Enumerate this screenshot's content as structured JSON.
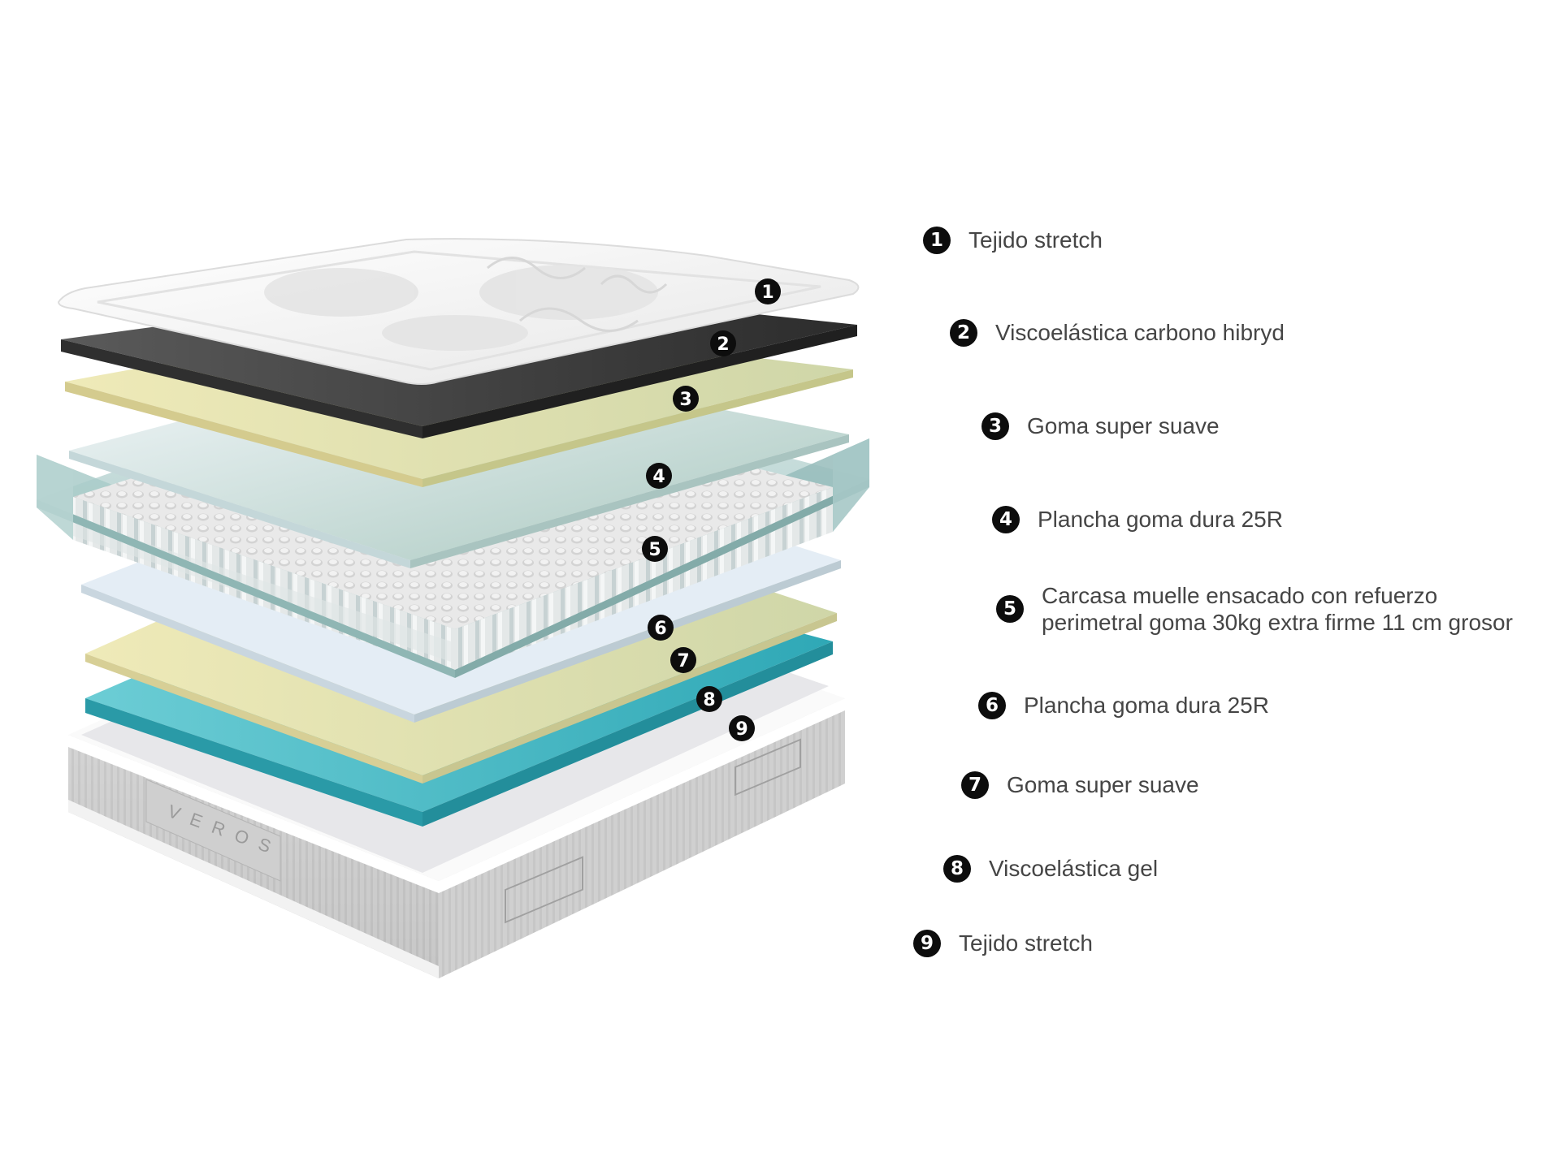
{
  "layers": [
    {
      "number": "1",
      "label": "Tejido stretch"
    },
    {
      "number": "2",
      "label": "Viscoelástica carbono hibryd"
    },
    {
      "number": "3",
      "label": "Goma super suave"
    },
    {
      "number": "4",
      "label": "Plancha goma dura 25R"
    },
    {
      "number": "5",
      "label_line1": "Carcasa muelle ensacado con refuerzo",
      "label_line2": "perimetral goma 30kg extra firme 11 cm grosor"
    },
    {
      "number": "6",
      "label": "Plancha goma dura 25R"
    },
    {
      "number": "7",
      "label": "Goma super suave"
    },
    {
      "number": "8",
      "label": "Viscoelástica gel"
    },
    {
      "number": "9",
      "label": "Tejido stretch"
    }
  ],
  "brand_mark": "VEROS",
  "colors": {
    "badge": "#0d0d0d",
    "text": "#454545",
    "stretch_top": "#f4f4f4",
    "carbon": "#3f3f3f",
    "soft_foam": "#e6e2a6",
    "hard_foam": "#dfe9ef",
    "springs_frame": "#b4d0cf",
    "gel": "#43b8c4",
    "base": "#e9e9e9"
  }
}
